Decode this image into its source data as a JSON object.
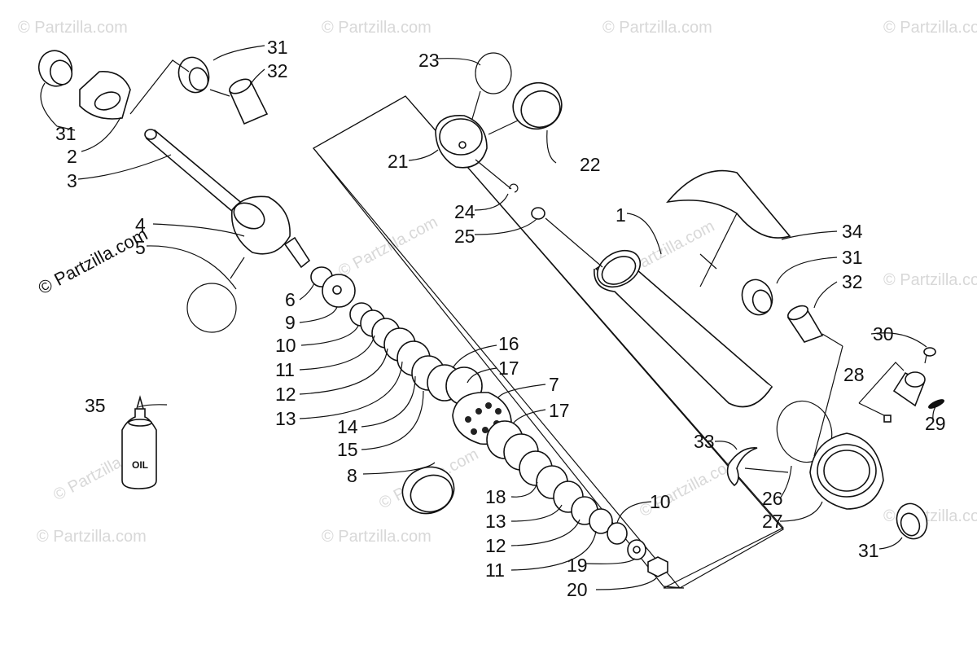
{
  "watermark": {
    "text": "© Partzilla.com",
    "main_text": "© Partzilla.com"
  },
  "oil_bottle_label": "OIL",
  "callouts": {
    "c31a": "31",
    "c32a": "32",
    "c31b": "31",
    "c2": "2",
    "c3": "3",
    "c23": "23",
    "c21": "21",
    "c22": "22",
    "c24": "24",
    "c25": "25",
    "c1": "1",
    "c34": "34",
    "c31c": "31",
    "c32b": "32",
    "c30": "30",
    "c28": "28",
    "c29": "29",
    "c4": "4",
    "c5": "5",
    "c6": "6",
    "c9": "9",
    "c10a": "10",
    "c11a": "11",
    "c12a": "12",
    "c13a": "13",
    "c14": "14",
    "c15": "15",
    "c16": "16",
    "c17a": "17",
    "c7": "7",
    "c17b": "17",
    "c35": "35",
    "c8": "8",
    "c18": "18",
    "c13b": "13",
    "c12b": "12",
    "c11b": "11",
    "c10b": "10",
    "c19": "19",
    "c20": "20",
    "c33": "33",
    "c26": "26",
    "c27": "27",
    "c31d": "31"
  }
}
